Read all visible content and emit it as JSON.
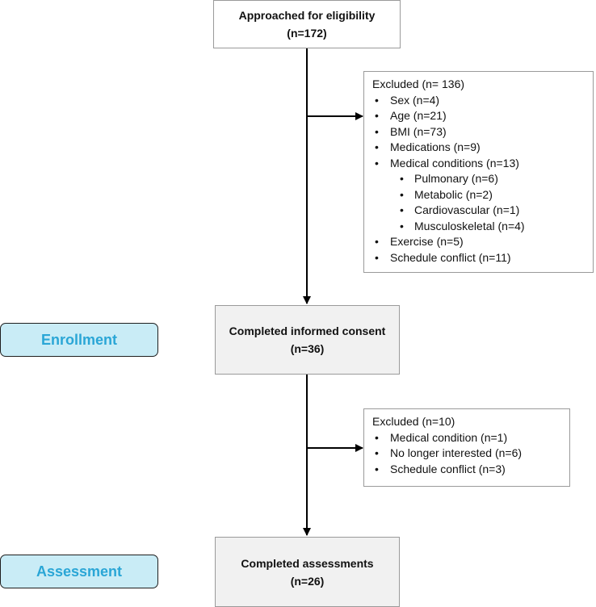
{
  "nodes": {
    "approached": {
      "title": "Approached for eligibility",
      "count": "(n=172)"
    },
    "consent": {
      "title": "Completed informed consent",
      "count": "(n=36)"
    },
    "assessments": {
      "title": "Completed assessments",
      "count": "(n=26)"
    }
  },
  "exclusions_1": {
    "heading": "Excluded (n= 136)",
    "items": [
      "Sex (n=4)",
      "Age (n=21)",
      "BMI (n=73)",
      "Medications (n=9)",
      "Medical conditions (n=13)"
    ],
    "subitems": [
      "Pulmonary (n=6)",
      "Metabolic (n=2)",
      "Cardiovascular (n=1)",
      "Musculoskeletal (n=4)"
    ],
    "items_after": [
      "Exercise (n=5)",
      "Schedule conflict (n=11)"
    ]
  },
  "exclusions_2": {
    "heading": "Excluded (n=10)",
    "items": [
      "Medical condition (n=1)",
      "No longer interested (n=6)",
      "Schedule conflict (n=3)"
    ]
  },
  "phases": {
    "enrollment": "Enrollment",
    "assessment": "Assessment"
  },
  "colors": {
    "phase_fill": "#c9ecf6",
    "phase_text": "#2aa6d6",
    "box_border": "#9a9a9a",
    "grey_box_fill": "#f1f1f1"
  }
}
